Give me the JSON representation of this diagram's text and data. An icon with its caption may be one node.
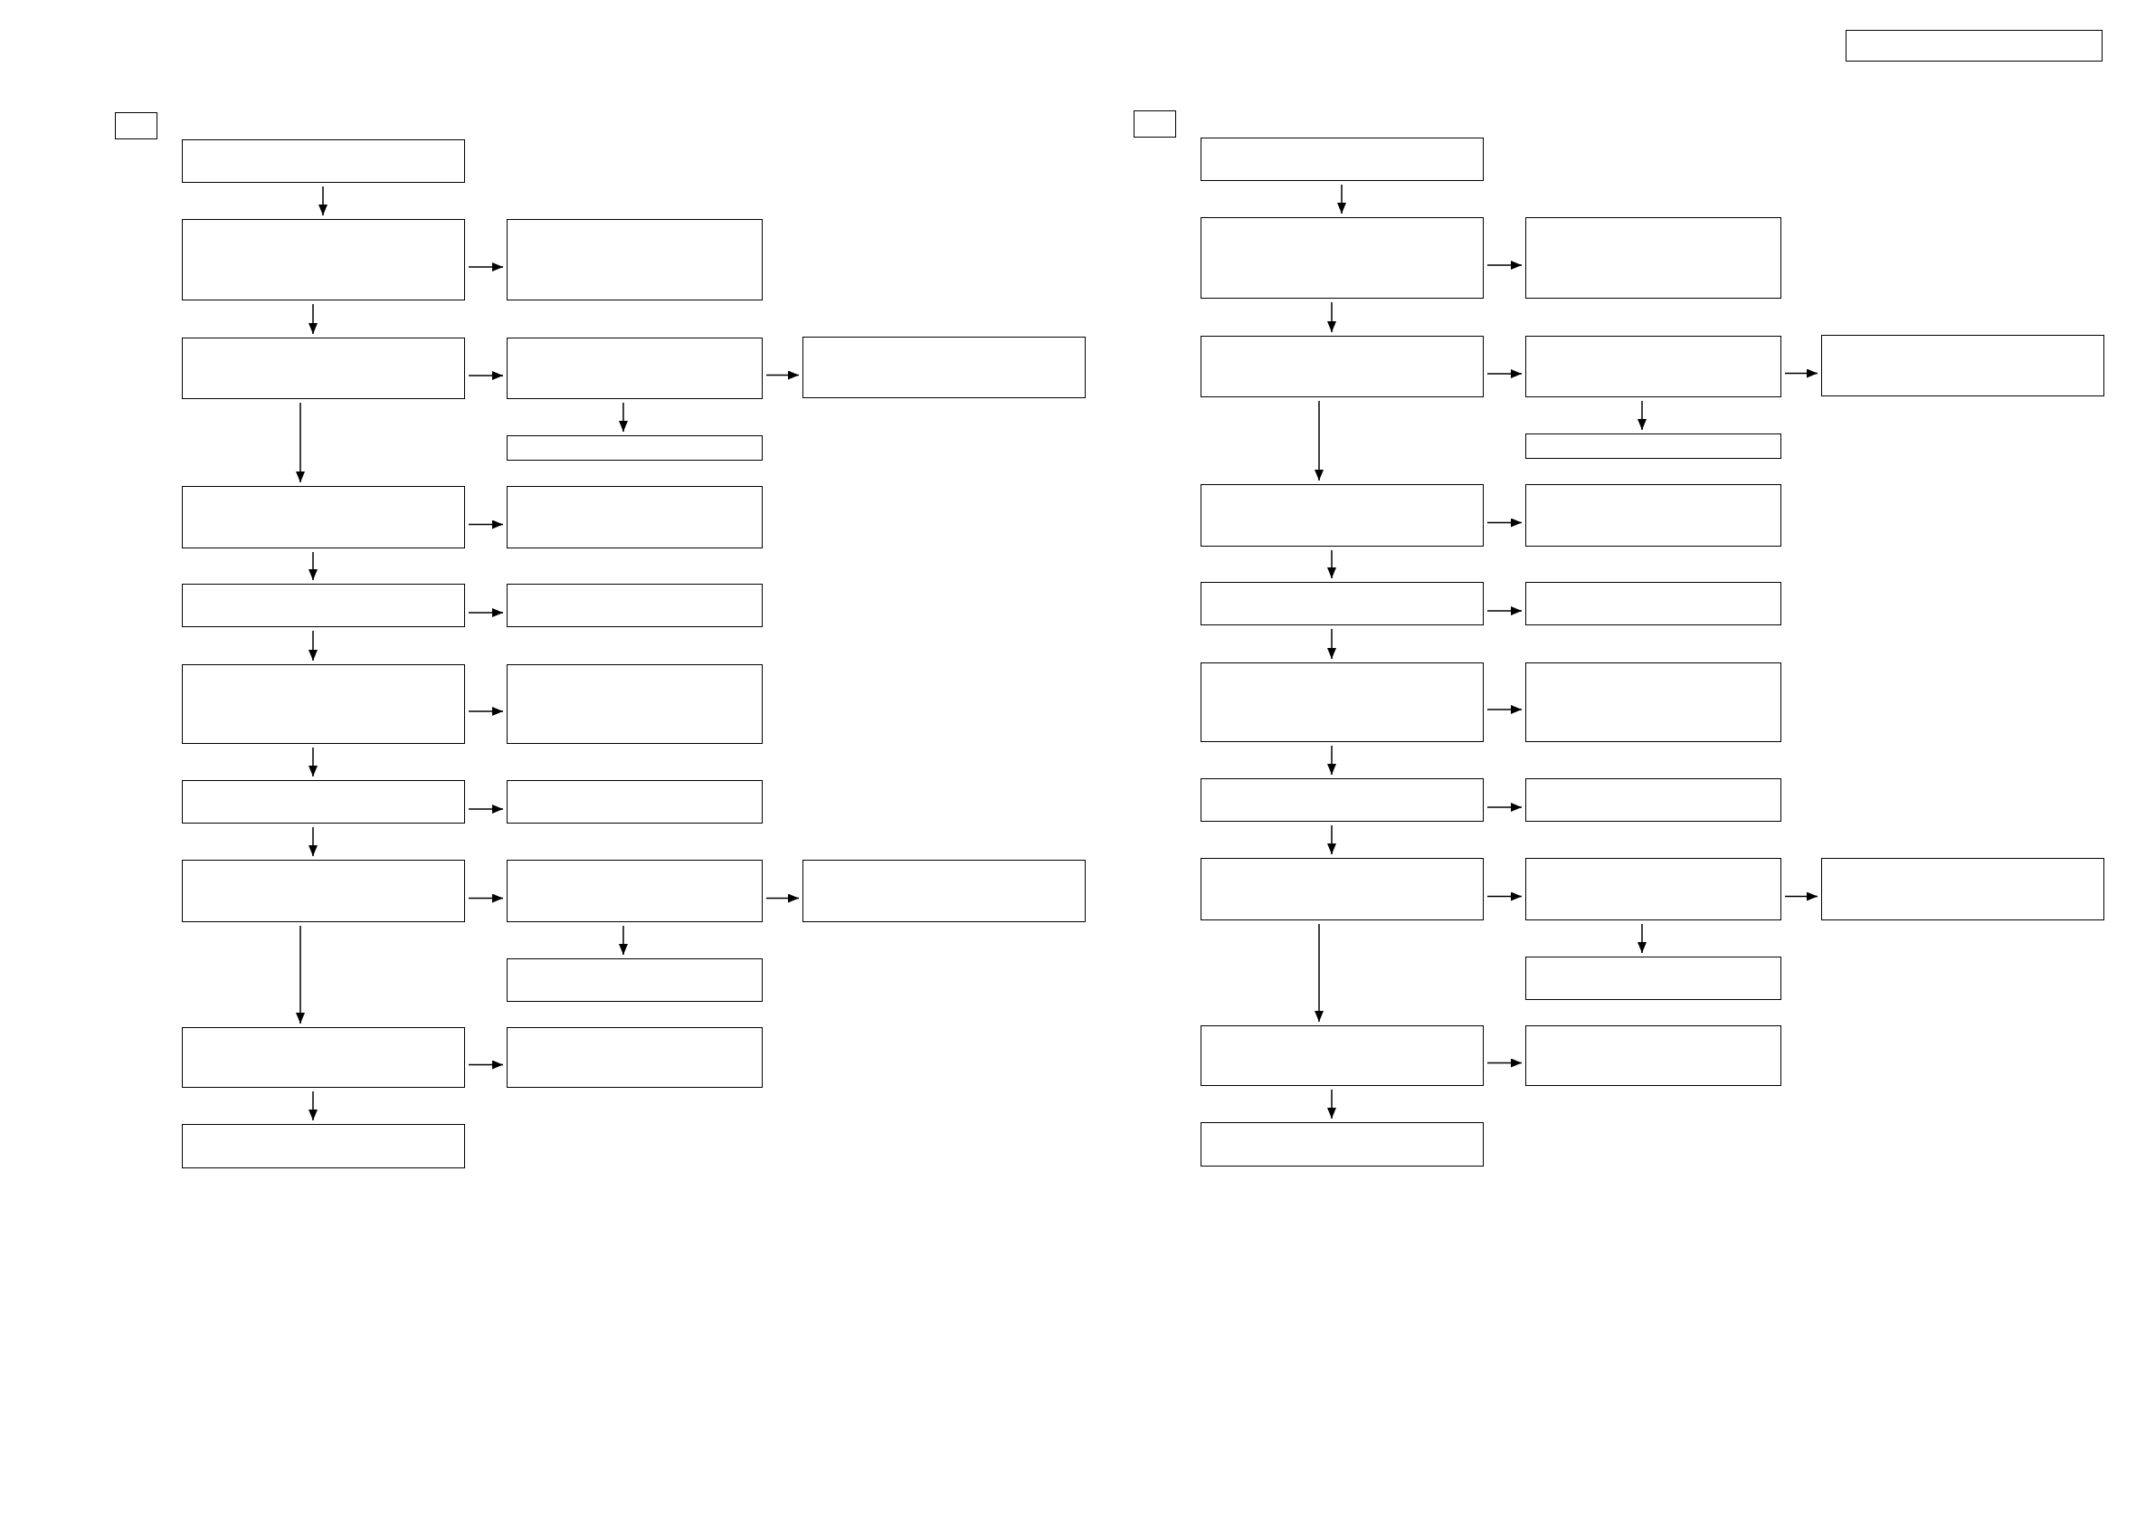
{
  "diagram": {
    "nodes": [
      {
        "text": [],
        "shape": "box"
      },
      {
        "text": [],
        "shape": "box"
      },
      {
        "text": [],
        "shape": "box"
      },
      {
        "text": [],
        "shape": "box"
      },
      {
        "text": [],
        "shape": "box"
      },
      {
        "text": [],
        "shape": "box"
      },
      {
        "text": [],
        "shape": "box"
      },
      {
        "text": [],
        "shape": "box"
      },
      {
        "text": [],
        "shape": "box"
      },
      {
        "text": [],
        "shape": "box"
      },
      {
        "text": [],
        "shape": "box"
      },
      {
        "text": [],
        "shape": "box"
      },
      {
        "text": [],
        "shape": "box"
      },
      {
        "text": [],
        "shape": "box"
      },
      {
        "text": [],
        "shape": "box"
      },
      {
        "text": [],
        "shape": "box"
      },
      {
        "text": [],
        "shape": "box"
      },
      {
        "text": [],
        "shape": "box"
      },
      {
        "text": [],
        "shape": "box"
      },
      {
        "text": [],
        "shape": "box"
      },
      {
        "text": [],
        "shape": "box"
      },
      {
        "text": [],
        "shape": "box"
      },
      {
        "text": [],
        "shape": "box"
      },
      {
        "text": [],
        "shape": "box"
      },
      {
        "text": [],
        "shape": "box"
      },
      {
        "text": [],
        "shape": "box"
      },
      {
        "text": [],
        "shape": "box"
      },
      {
        "text": [],
        "shape": "box"
      },
      {
        "text": [],
        "shape": "box"
      },
      {
        "text": [],
        "shape": "box"
      },
      {
        "text": [],
        "shape": "box"
      },
      {
        "text": [],
        "shape": "box"
      },
      {
        "text": [],
        "shape": "box"
      },
      {
        "text": [],
        "shape": "box"
      },
      {
        "text": [],
        "shape": "box"
      },
      {
        "text": [],
        "shape": "box"
      },
      {
        "text": [],
        "shape": "box"
      },
      {
        "text": [],
        "shape": "box"
      },
      {
        "text": [],
        "shape": "box"
      },
      {
        "text": [],
        "shape": "box"
      },
      {
        "text": [],
        "shape": "box"
      },
      {
        "text": [],
        "shape": "box"
      },
      {
        "text": [],
        "shape": "box"
      },
      {
        "text": [],
        "shape": "box"
      },
      {
        "text": [],
        "shape": "box"
      },
      {
        "text": [],
        "shape": "box"
      },
      {
        "text": [],
        "shape": "box"
      }
    ],
    "edges": [
      {
        "from": 2,
        "to": 3,
        "arrow": "to"
      },
      {
        "from": 3,
        "to": 4,
        "arrow": "to"
      },
      {
        "from": 3,
        "to": 5,
        "arrow": "to"
      },
      {
        "from": 5,
        "to": 6,
        "arrow": "to"
      },
      {
        "from": 6,
        "to": 7,
        "arrow": "to"
      },
      {
        "from": 6,
        "to": 8,
        "arrow": "to"
      },
      {
        "from": 5,
        "to": 9,
        "arrow": "to"
      },
      {
        "from": 9,
        "to": 10,
        "arrow": "to"
      },
      {
        "from": 9,
        "to": 11,
        "arrow": "to"
      },
      {
        "from": 11,
        "to": 12,
        "arrow": "to"
      },
      {
        "from": 11,
        "to": 13,
        "arrow": "to"
      },
      {
        "from": 13,
        "to": 14,
        "arrow": "to"
      },
      {
        "from": 13,
        "to": 15,
        "arrow": "to"
      },
      {
        "from": 15,
        "to": 16,
        "arrow": "to"
      },
      {
        "from": 15,
        "to": 17,
        "arrow": "to"
      },
      {
        "from": 17,
        "to": 18,
        "arrow": "to"
      },
      {
        "from": 18,
        "to": 19,
        "arrow": "to"
      },
      {
        "from": 18,
        "to": 20,
        "arrow": "to"
      },
      {
        "from": 17,
        "to": 21,
        "arrow": "to"
      },
      {
        "from": 21,
        "to": 22,
        "arrow": "to"
      },
      {
        "from": 21,
        "to": 23,
        "arrow": "to"
      },
      {
        "from": 25,
        "to": 26,
        "arrow": "to"
      },
      {
        "from": 26,
        "to": 27,
        "arrow": "to"
      },
      {
        "from": 26,
        "to": 28,
        "arrow": "to"
      },
      {
        "from": 28,
        "to": 29,
        "arrow": "to"
      },
      {
        "from": 29,
        "to": 30,
        "arrow": "to"
      },
      {
        "from": 29,
        "to": 31,
        "arrow": "to"
      },
      {
        "from": 28,
        "to": 32,
        "arrow": "to"
      },
      {
        "from": 32,
        "to": 33,
        "arrow": "to"
      },
      {
        "from": 32,
        "to": 34,
        "arrow": "to"
      },
      {
        "from": 34,
        "to": 35,
        "arrow": "to"
      },
      {
        "from": 34,
        "to": 36,
        "arrow": "to"
      },
      {
        "from": 36,
        "to": 37,
        "arrow": "to"
      },
      {
        "from": 36,
        "to": 38,
        "arrow": "to"
      },
      {
        "from": 38,
        "to": 39,
        "arrow": "to"
      },
      {
        "from": 38,
        "to": 40,
        "arrow": "to"
      },
      {
        "from": 40,
        "to": 41,
        "arrow": "to"
      },
      {
        "from": 41,
        "to": 42,
        "arrow": "to"
      },
      {
        "from": 41,
        "to": 43,
        "arrow": "to"
      },
      {
        "from": 40,
        "to": 44,
        "arrow": "to"
      },
      {
        "from": 44,
        "to": 45,
        "arrow": "to"
      },
      {
        "from": 44,
        "to": 46,
        "arrow": "to"
      }
    ]
  }
}
